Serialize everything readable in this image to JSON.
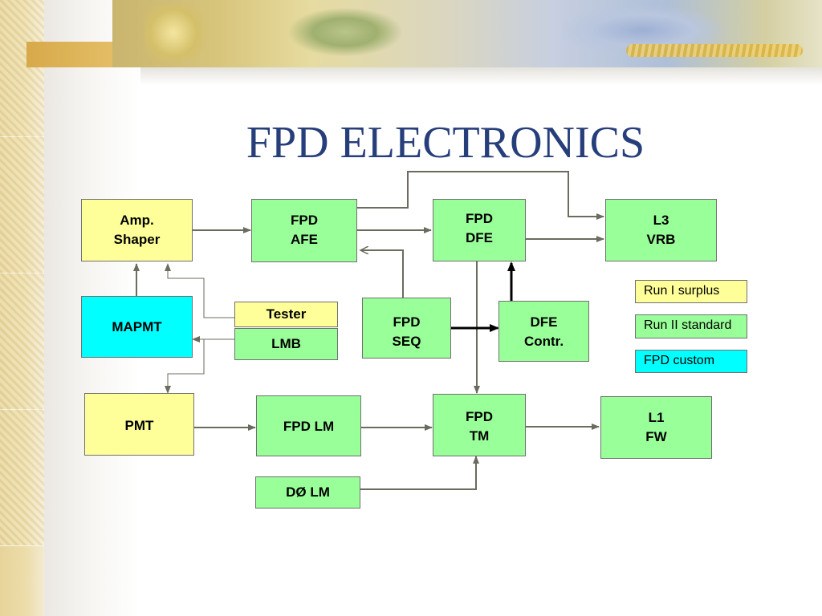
{
  "slide": {
    "title": "FPD ELECTRONICS"
  },
  "colors": {
    "title": "#263e7a",
    "run1_surplus": "#ffff99",
    "run2_standard": "#99ff99",
    "fpd_custom": "#00ffff",
    "connector": "#6b6b5e"
  },
  "boxes": {
    "amp_shaper": [
      "Amp.",
      "Shaper"
    ],
    "mapmt": [
      "MAPMT"
    ],
    "pmt": [
      "PMT"
    ],
    "fpd_afe": [
      "FPD",
      "AFE"
    ],
    "tester": [
      "Tester"
    ],
    "lmb": [
      "LMB"
    ],
    "fpd_lm": [
      "FPD LM"
    ],
    "d0_lm": [
      "DØ LM"
    ],
    "fpd_dfe": [
      "FPD",
      "DFE"
    ],
    "fpd_seq": [
      "FPD",
      "SEQ"
    ],
    "dfe_contr": [
      "DFE",
      "Contr."
    ],
    "fpd_tm": [
      "FPD",
      "TM"
    ],
    "l3_vrb": [
      "L3",
      "VRB"
    ],
    "l1_fw": [
      "L1",
      "FW"
    ]
  },
  "legend": {
    "items": [
      {
        "label": "Run I surplus",
        "color_key": "run1_surplus"
      },
      {
        "label": "Run II standard",
        "color_key": "run2_standard"
      },
      {
        "label": "FPD custom",
        "color_key": "fpd_custom"
      }
    ]
  }
}
